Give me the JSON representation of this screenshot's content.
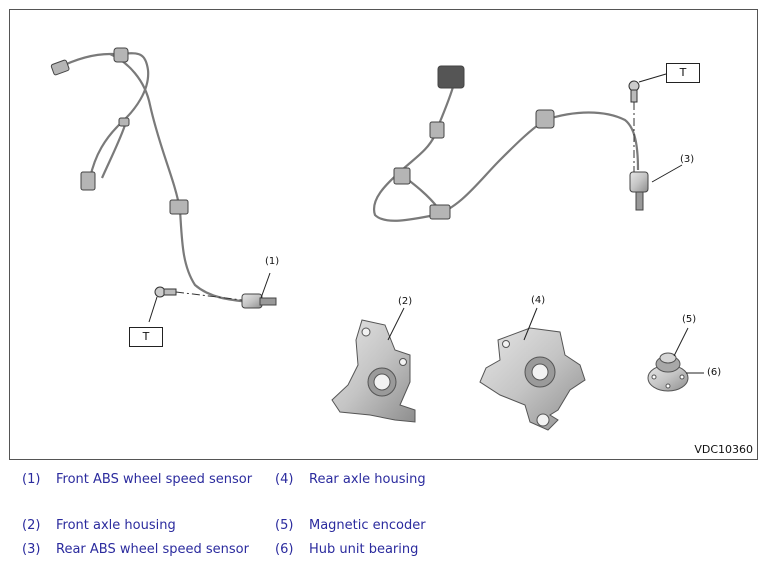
{
  "figure": {
    "id": "VDC10360",
    "callouts": [
      "(1)",
      "(2)",
      "(3)",
      "(4)",
      "(5)",
      "(6)"
    ],
    "torque_label": "T"
  },
  "legend": [
    {
      "num": "(1)",
      "text": "Front ABS wheel speed sensor"
    },
    {
      "num": "(2)",
      "text": "Front axle housing"
    },
    {
      "num": "(3)",
      "text": "Rear ABS wheel speed sensor"
    },
    {
      "num": "(4)",
      "text": "Rear axle housing"
    },
    {
      "num": "(5)",
      "text": "Magnetic encoder"
    },
    {
      "num": "(6)",
      "text": "Hub unit bearing"
    }
  ]
}
